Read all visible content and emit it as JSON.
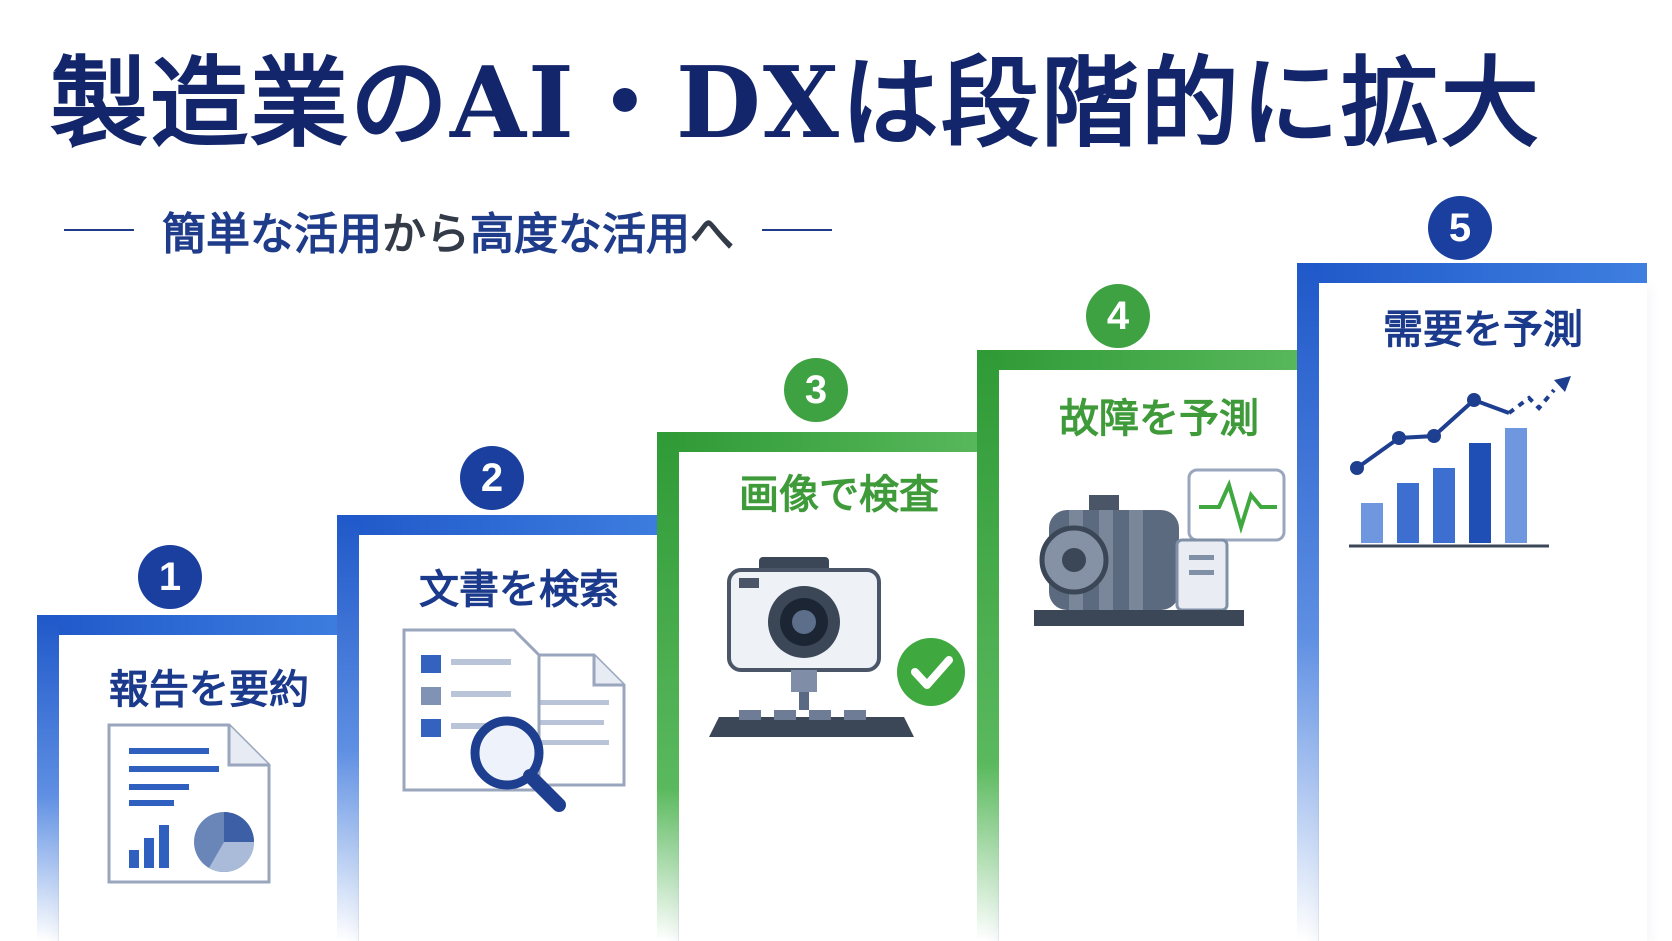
{
  "title": "製造業のAI・DXは段階的に拡大",
  "subtitle": {
    "part1": "簡単な活用",
    "connector": "から",
    "part2": "高度な活用",
    "suffix": "へ"
  },
  "steps": [
    {
      "number": "1",
      "label": "報告を要約",
      "color": "#1a3f9e",
      "icon": "document-report-icon"
    },
    {
      "number": "2",
      "label": "文書を検索",
      "color": "#1a3f9e",
      "icon": "document-search-icon"
    },
    {
      "number": "3",
      "label": "画像で検査",
      "color": "#3ea142",
      "icon": "camera-inspection-icon"
    },
    {
      "number": "4",
      "label": "故障を予測",
      "color": "#3ea142",
      "icon": "motor-waveform-icon"
    },
    {
      "number": "5",
      "label": "需要を予測",
      "color": "#1a3f9e",
      "icon": "trend-chart-icon"
    }
  ],
  "colors": {
    "navy": "#13266b",
    "blue": "#1f58c9",
    "green": "#3ea142",
    "arrow": "#8fb2ee"
  }
}
